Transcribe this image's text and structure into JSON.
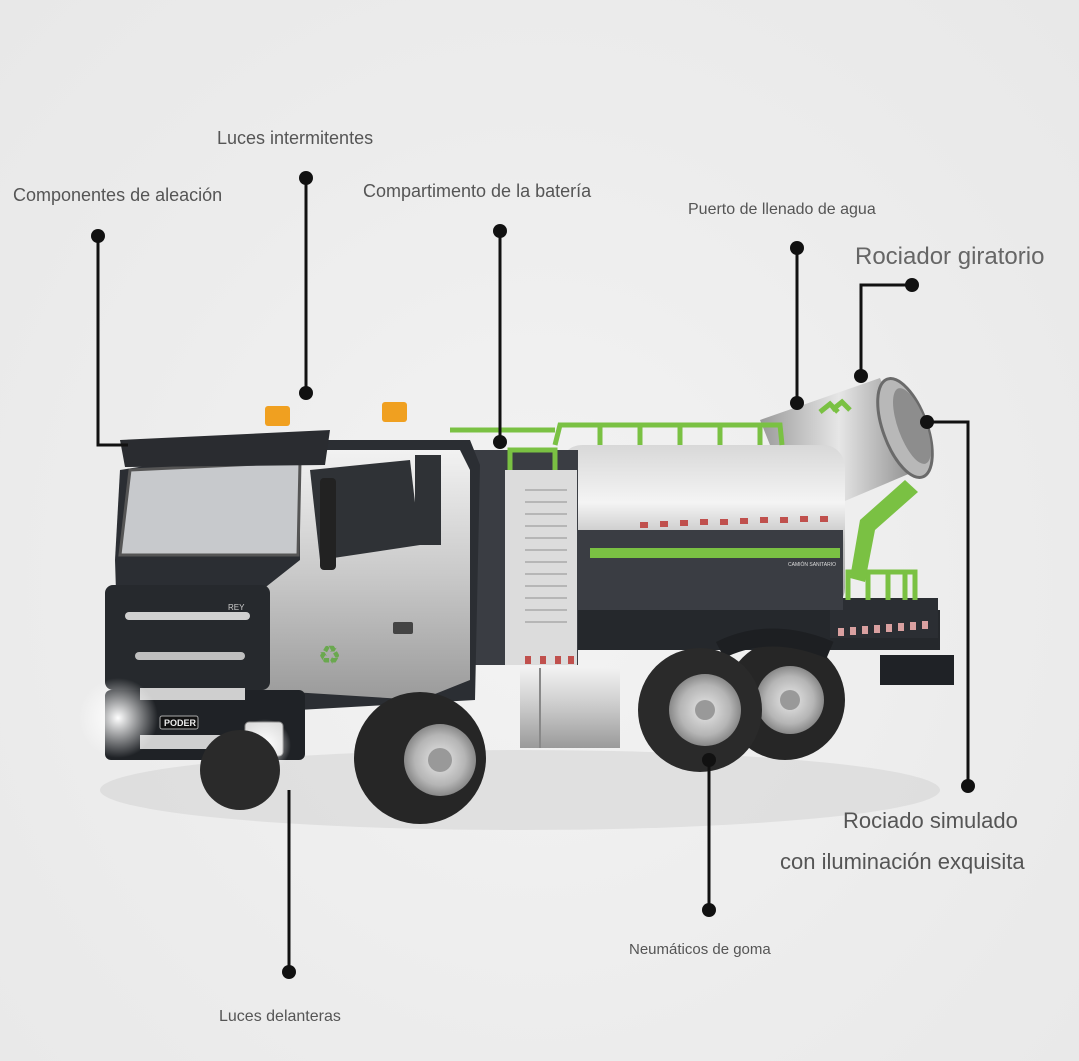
{
  "callouts": {
    "alloy_components": "Componentes de aleación",
    "flashing_lights": "Luces intermitentes",
    "battery_compartment": "Compartimento de la batería",
    "water_fill_port": "Puerto de llenado de agua",
    "rotating_sprinkler": "Rociador giratorio",
    "simulated_spray_line1": "Rociado simulado",
    "simulated_spray_line2": "con iluminación exquisita",
    "rubber_tires": "Neumáticos de goma",
    "headlights": "Luces delanteras"
  },
  "truck": {
    "grille_badge": "REY",
    "bumper_badge": "PODER",
    "tank_text": "CAMIÓN SANITARIO",
    "colors": {
      "accent_green": "#7ac143",
      "body_silver": "#c8c8c8",
      "dark": "#2b2e33",
      "beacon_amber": "#f0a020",
      "reflector_red": "#c0504d"
    }
  }
}
